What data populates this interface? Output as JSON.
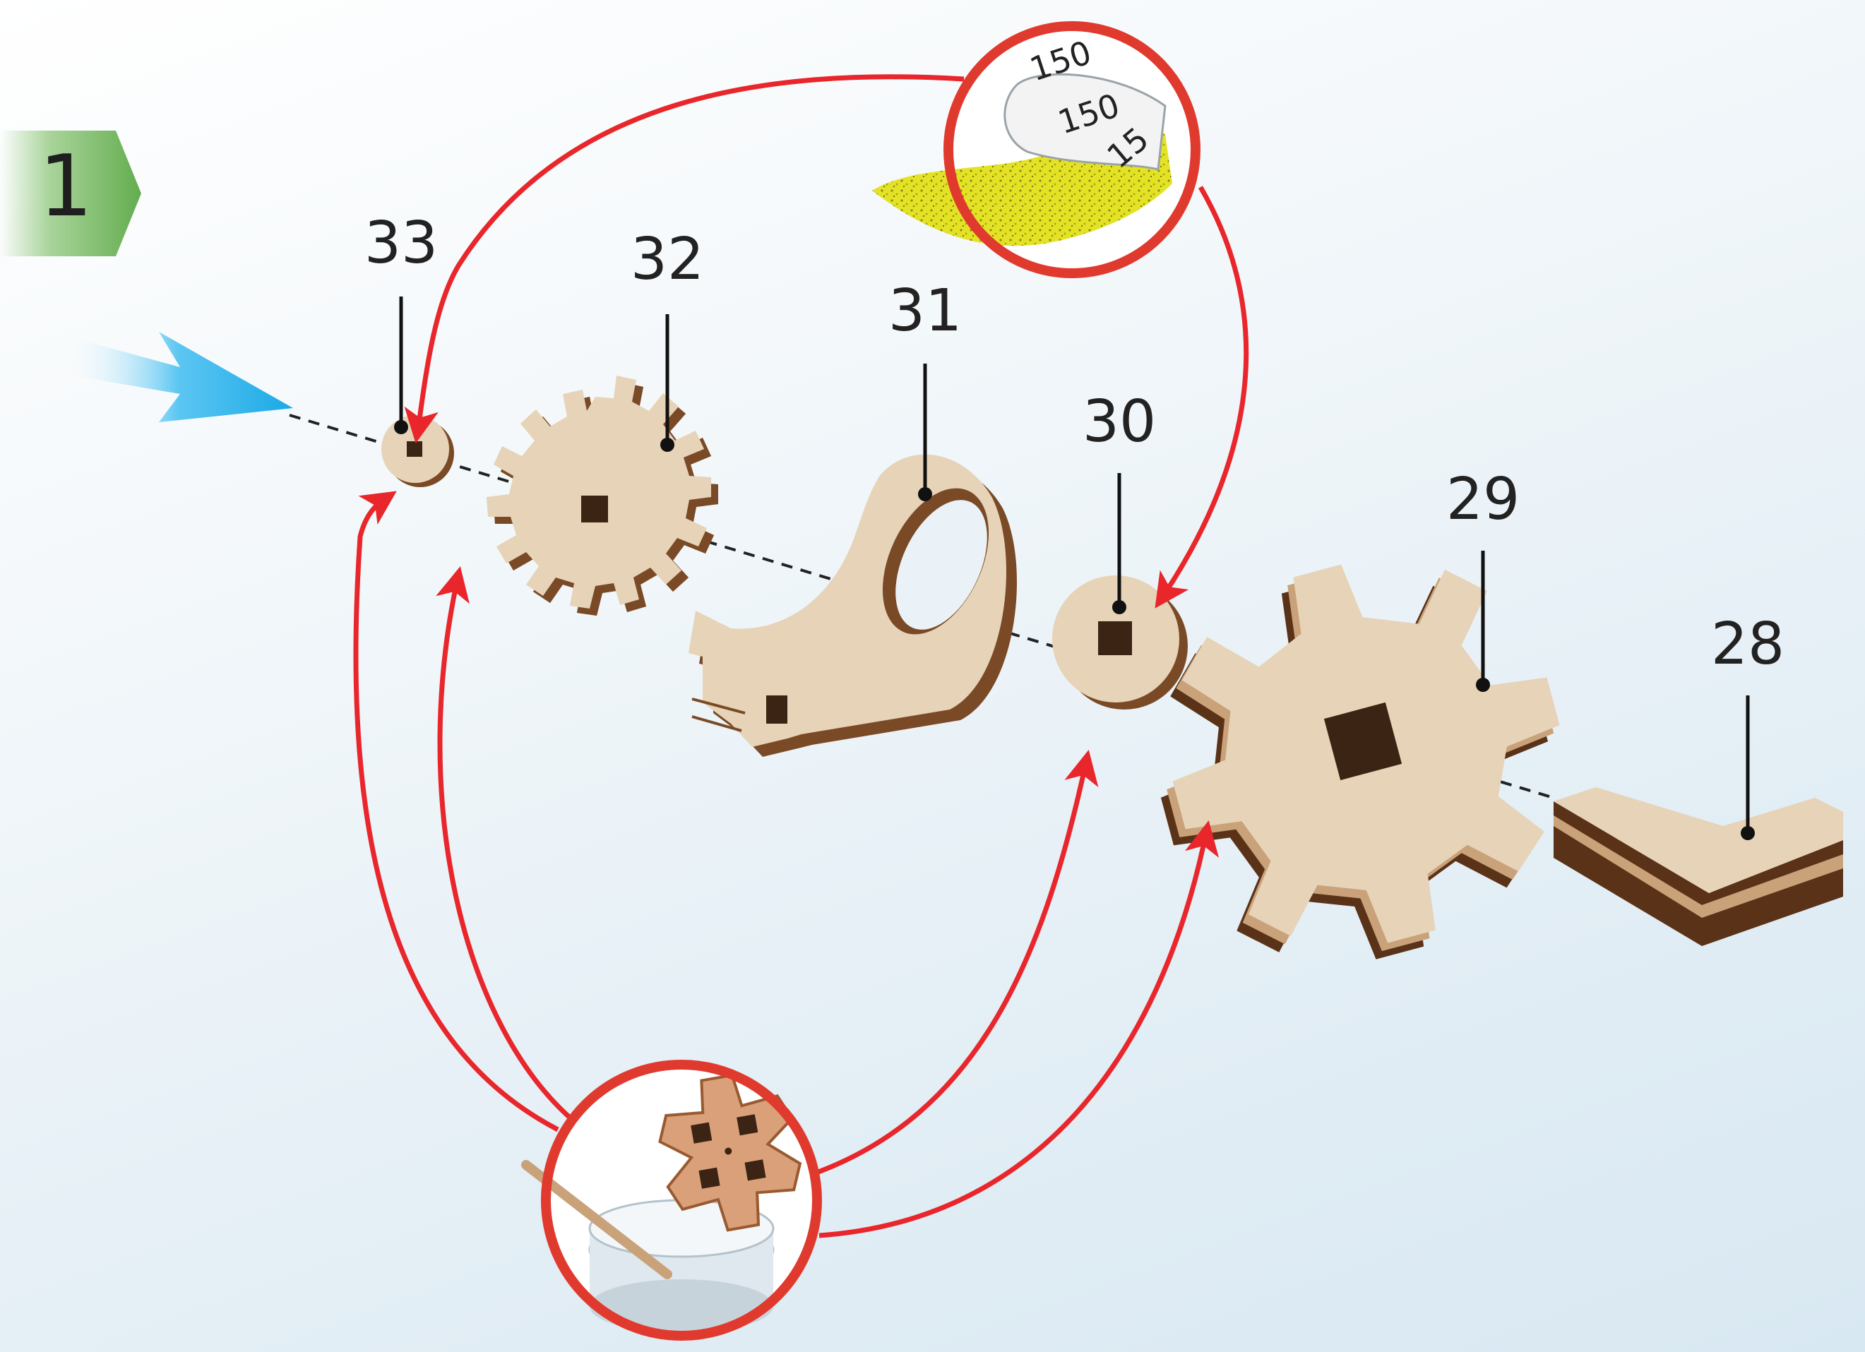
{
  "step": {
    "number": "1"
  },
  "parts": [
    {
      "id": "33",
      "label": "33"
    },
    {
      "id": "32",
      "label": "32"
    },
    {
      "id": "31",
      "label": "31"
    },
    {
      "id": "30",
      "label": "30"
    },
    {
      "id": "29",
      "label": "29"
    },
    {
      "id": "28",
      "label": "28"
    }
  ],
  "sandpaper": {
    "grit_labels": [
      "150",
      "150",
      "15"
    ]
  },
  "icons": {
    "direction_arrow": "blue-arrow-icon",
    "sandpaper": "sandpaper-icon",
    "wax_candle": "wax-candle-icon",
    "flow_arrows": "red-arrow-icon"
  },
  "colors": {
    "flow_arrow": "#e8262b",
    "direction_arrow": "#1aa9e6",
    "step_badge": "#63ad4f",
    "wood_face": "#e6d3b8",
    "wood_edge": "#7a4a26",
    "sandpaper": "#e4e225"
  }
}
